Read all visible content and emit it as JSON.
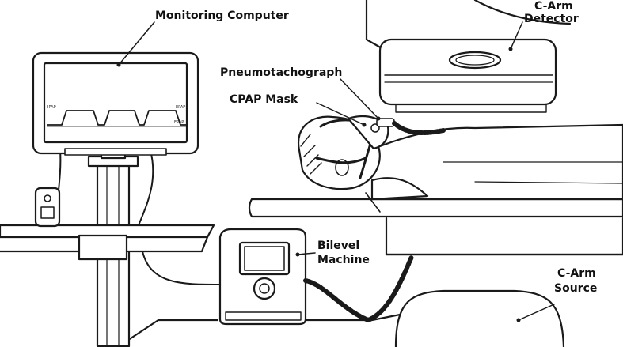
{
  "labels": {
    "monitoring_computer": "Monitoring Computer",
    "c_arm_detector_line1": "C-Arm",
    "c_arm_detector_line2": "Detector",
    "pneumotachograph": "Pneumotachograph",
    "cpap_mask": "CPAP Mask",
    "bilevel_line1": "Bilevel",
    "bilevel_line2": "Machine",
    "c_arm_source_line1": "C-Arm",
    "c_arm_source_line2": "Source"
  },
  "screen": {
    "left_tag": "IPAP",
    "right_tag": "EPAP",
    "baseline_tag": "EPAP"
  },
  "colors": {
    "stroke": "#1a1a1a",
    "fill": "#ffffff",
    "shade": "#e8e8e8",
    "dark": "#333333"
  }
}
